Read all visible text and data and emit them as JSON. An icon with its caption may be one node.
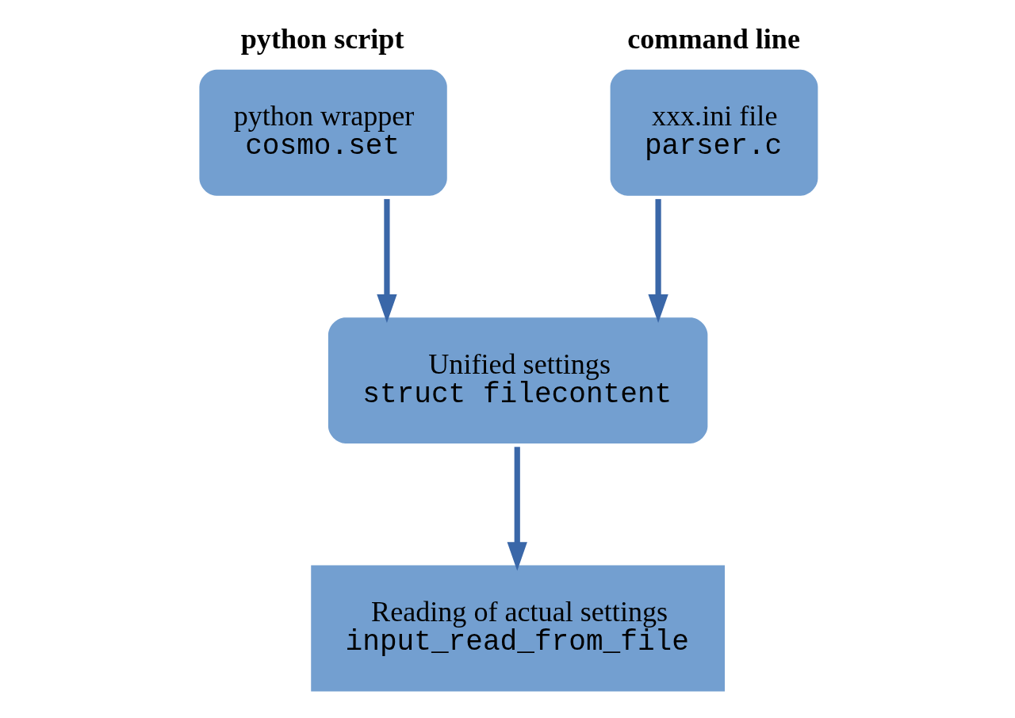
{
  "diagram": {
    "nodes": [
      {
        "text": [
          "python script",
          "python wrapper",
          "cosmo.set"
        ]
      },
      {
        "text": [
          "command line",
          "xxx.ini file",
          "parser.c"
        ]
      },
      {
        "text": [
          "Unified settings",
          "struct filecontent"
        ]
      },
      {
        "text": [
          "Reading of actual settings",
          "input_read_from_file"
        ]
      }
    ],
    "edges": [
      {
        "from": 0,
        "to": 2,
        "arrow": "to"
      },
      {
        "from": 1,
        "to": 2,
        "arrow": "to"
      },
      {
        "from": 2,
        "to": 3,
        "arrow": "to"
      }
    ]
  }
}
